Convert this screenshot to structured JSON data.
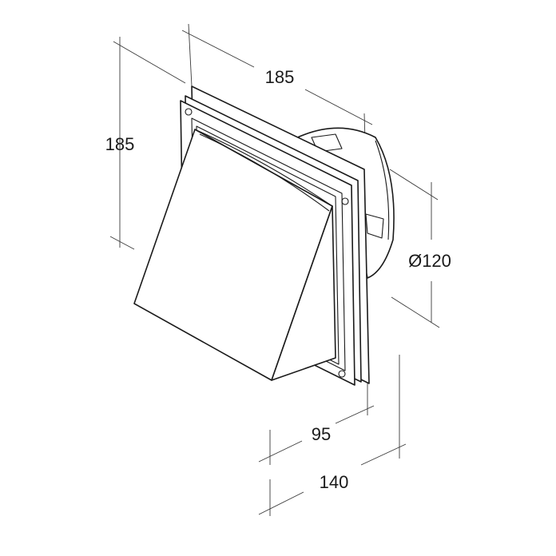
{
  "dimensions": {
    "width": "185",
    "height": "185",
    "diameter": "Ø120",
    "depth_hood": "95",
    "depth_total": "140"
  },
  "colors": {
    "line": "#1a1a1a",
    "dimension_line": "#3a3a3a",
    "background": "#ffffff"
  }
}
